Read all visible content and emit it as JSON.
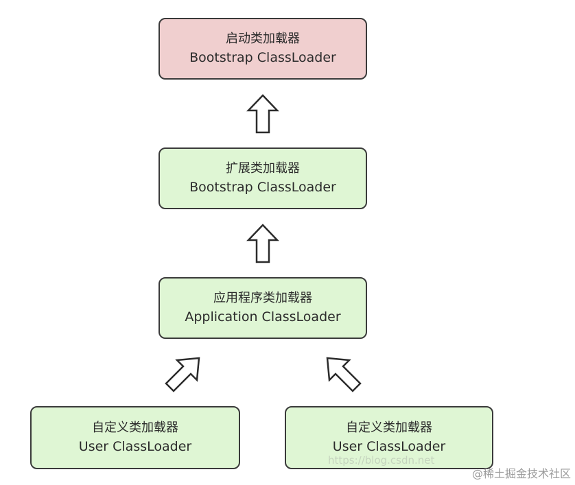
{
  "nodes": {
    "bootstrap": {
      "zh": "启动类加载器",
      "en": "Bootstrap ClassLoader",
      "color": "#f0cfcf"
    },
    "extension": {
      "zh": "扩展类加载器",
      "en": "Bootstrap ClassLoader",
      "color": "#dff6d4"
    },
    "application": {
      "zh": "应用程序类加载器",
      "en": "Application ClassLoader",
      "color": "#dff6d4"
    },
    "user_left": {
      "zh": "自定义类加载器",
      "en": "User ClassLoader",
      "color": "#dff6d4"
    },
    "user_right": {
      "zh": "自定义类加载器",
      "en": "User ClassLoader",
      "color": "#dff6d4"
    }
  },
  "edges": [
    {
      "from": "extension",
      "to": "bootstrap"
    },
    {
      "from": "application",
      "to": "extension"
    },
    {
      "from": "user_left",
      "to": "application"
    },
    {
      "from": "user_right",
      "to": "application"
    }
  ],
  "watermark": {
    "url": "https://blog.csdn.net",
    "brand": "@稀土掘金技术社区"
  }
}
